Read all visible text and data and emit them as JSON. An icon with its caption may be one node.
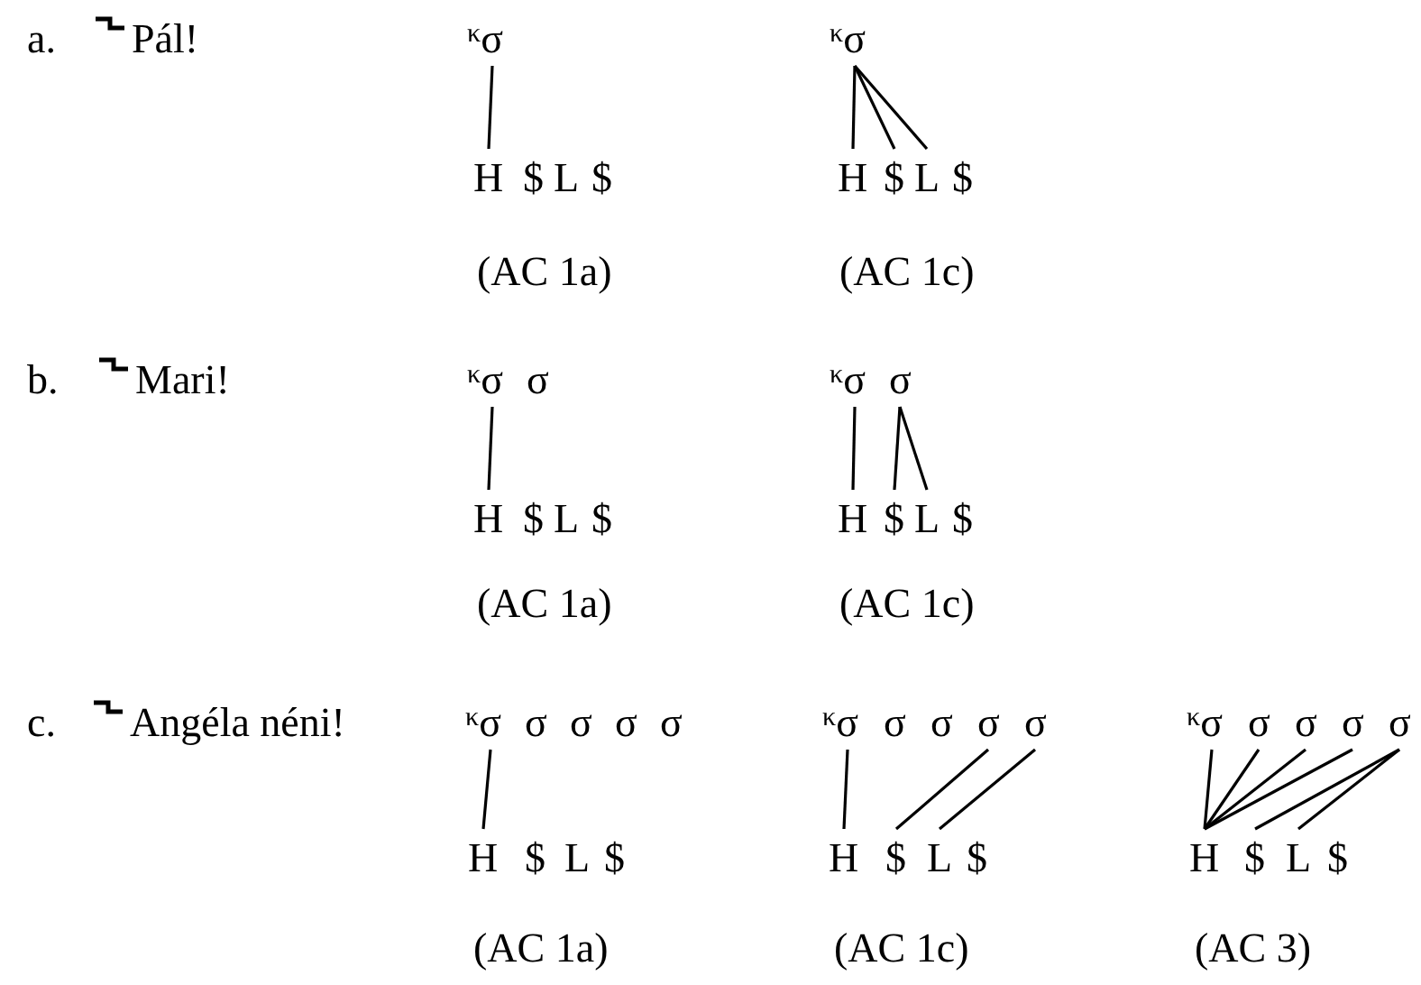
{
  "diagram": {
    "nodes": [
      {
        "text": [
          "$^{κ}$σ"
        ]
      },
      {
        "text": [
          "H"
        ]
      },
      {
        "text": [
          "$"
        ]
      },
      {
        "text": [
          "L"
        ]
      },
      {
        "text": [
          "$"
        ]
      },
      {
        "text": [
          "$^{κ}$σ"
        ]
      },
      {
        "text": [
          "H"
        ]
      },
      {
        "text": [
          "$"
        ]
      },
      {
        "text": [
          "L"
        ]
      },
      {
        "text": [
          "$"
        ]
      },
      {
        "text": [
          "$^{κ}$σ"
        ]
      },
      {
        "text": [
          "σ"
        ]
      },
      {
        "text": [
          "H"
        ]
      },
      {
        "text": [
          "$"
        ]
      },
      {
        "text": [
          "L"
        ]
      },
      {
        "text": [
          "$"
        ]
      },
      {
        "text": [
          "$^{κ}$σ"
        ]
      },
      {
        "text": [
          "σ"
        ]
      },
      {
        "text": [
          "H"
        ]
      },
      {
        "text": [
          "$"
        ]
      },
      {
        "text": [
          "L"
        ]
      },
      {
        "text": [
          "$"
        ]
      },
      {
        "text": [
          "$^{κ}$σ"
        ]
      },
      {
        "text": [
          "σ"
        ]
      },
      {
        "text": [
          "σ"
        ]
      },
      {
        "text": [
          "σ"
        ]
      },
      {
        "text": [
          "σ"
        ]
      },
      {
        "text": [
          "H"
        ]
      },
      {
        "text": [
          "$"
        ]
      },
      {
        "text": [
          "L"
        ]
      },
      {
        "text": [
          "$"
        ]
      },
      {
        "text": [
          "$^{κ}$σ"
        ]
      },
      {
        "text": [
          "σ"
        ]
      },
      {
        "text": [
          "σ"
        ]
      },
      {
        "text": [
          "σ"
        ]
      },
      {
        "text": [
          "σ"
        ]
      },
      {
        "text": [
          "H"
        ]
      },
      {
        "text": [
          "$"
        ]
      },
      {
        "text": [
          "L"
        ]
      },
      {
        "text": [
          "$"
        ]
      },
      {
        "text": [
          "$^{κ}$σ"
        ]
      },
      {
        "text": [
          "σ"
        ]
      },
      {
        "text": [
          "σ"
        ]
      },
      {
        "text": [
          "σ"
        ]
      },
      {
        "text": [
          "σ"
        ]
      },
      {
        "text": [
          "H"
        ]
      },
      {
        "text": [
          "$"
        ]
      },
      {
        "text": [
          "L"
        ]
      },
      {
        "text": [
          "$"
        ]
      }
    ],
    "edges": [
      {
        "from": 0,
        "to": 1,
        "arrow": "none"
      },
      {
        "from": 5,
        "to": 6,
        "arrow": "none"
      },
      {
        "from": 5,
        "to": 7,
        "arrow": "none"
      },
      {
        "from": 5,
        "to": 8,
        "arrow": "none"
      },
      {
        "from": 10,
        "to": 12,
        "arrow": "none"
      },
      {
        "from": 16,
        "to": 18,
        "arrow": "none"
      },
      {
        "from": 17,
        "to": 19,
        "arrow": "none"
      },
      {
        "from": 17,
        "to": 20,
        "arrow": "none"
      },
      {
        "from": 22,
        "to": 27,
        "arrow": "none"
      },
      {
        "from": 31,
        "to": 36,
        "arrow": "none"
      },
      {
        "from": 34,
        "to": 37,
        "arrow": "none"
      },
      {
        "from": 35,
        "to": 38,
        "arrow": "none"
      },
      {
        "from": 40,
        "to": 45,
        "arrow": "none"
      },
      {
        "from": 41,
        "to": 45,
        "arrow": "none"
      },
      {
        "from": 42,
        "to": 45,
        "arrow": "none"
      },
      {
        "from": 43,
        "to": 45,
        "arrow": "none"
      },
      {
        "from": 44,
        "to": 46,
        "arrow": "none"
      },
      {
        "from": 44,
        "to": 47,
        "arrow": "none"
      }
    ],
    "labels": [
      "a.",
      "Pál!",
      "(AC 1a)",
      "(AC 1c)",
      "b.",
      "Mari!",
      "(AC 1a)",
      "(AC 1c)",
      "c.",
      "Angéla néni!",
      "(AC 1a)",
      "(AC 1c)",
      "(AC 3)"
    ]
  }
}
